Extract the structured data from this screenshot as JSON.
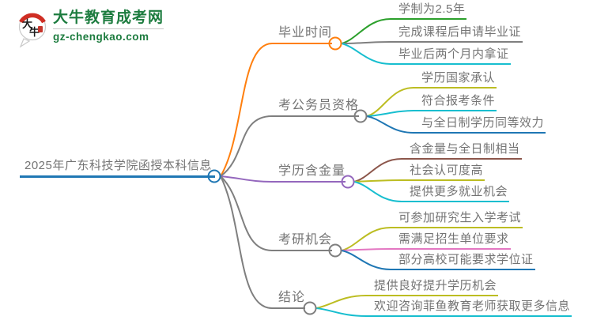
{
  "logo": {
    "icon_text": "大牛",
    "site_name": "大牛教育成考网",
    "site_url": "gz-chengkao.com",
    "green": "#1d7c3f",
    "red": "#cf2e24"
  },
  "text_color": "#747474",
  "root": {
    "label": "2025年广东科技学院函授本科信息",
    "color": "#1f77b4"
  },
  "branches": [
    {
      "label": "毕业时间",
      "color": "#ff7f0e",
      "children": [
        {
          "label": "学制为2.5年",
          "color": "#2ca02c"
        },
        {
          "label": "完成课程后申请毕业证",
          "color": "#7f7f7f"
        },
        {
          "label": "毕业后两个月内拿证",
          "color": "#17becf"
        }
      ]
    },
    {
      "label": "考公务员资格",
      "color": "#7f7f7f",
      "children": [
        {
          "label": "学历国家承认",
          "color": "#bcbd22"
        },
        {
          "label": "符合报考条件",
          "color": "#17becf"
        },
        {
          "label": "与全日制学历同等效力",
          "color": "#1f77b4"
        }
      ]
    },
    {
      "label": "学历含金量",
      "color": "#9467bd",
      "children": [
        {
          "label": "含金量与全日制相当",
          "color": "#8c564b"
        },
        {
          "label": "社会认可度高",
          "color": "#bcbd22"
        },
        {
          "label": "提供更多就业机会",
          "color": "#17becf"
        }
      ]
    },
    {
      "label": "考研机会",
      "color": "#7f7f7f",
      "children": [
        {
          "label": "可参加研究生入学考试",
          "color": "#bcbd22"
        },
        {
          "label": "需满足招生单位要求",
          "color": "#e377c2"
        },
        {
          "label": "部分高校可能要求学位证",
          "color": "#1f77b4"
        }
      ]
    },
    {
      "label": "结论",
      "color": "#7f7f7f",
      "children": [
        {
          "label": "提供良好提升学历机会",
          "color": "#bcbd22"
        },
        {
          "label": "欢迎咨询菲鱼教育老师获取更多信息",
          "color": "#17becf"
        }
      ]
    }
  ]
}
